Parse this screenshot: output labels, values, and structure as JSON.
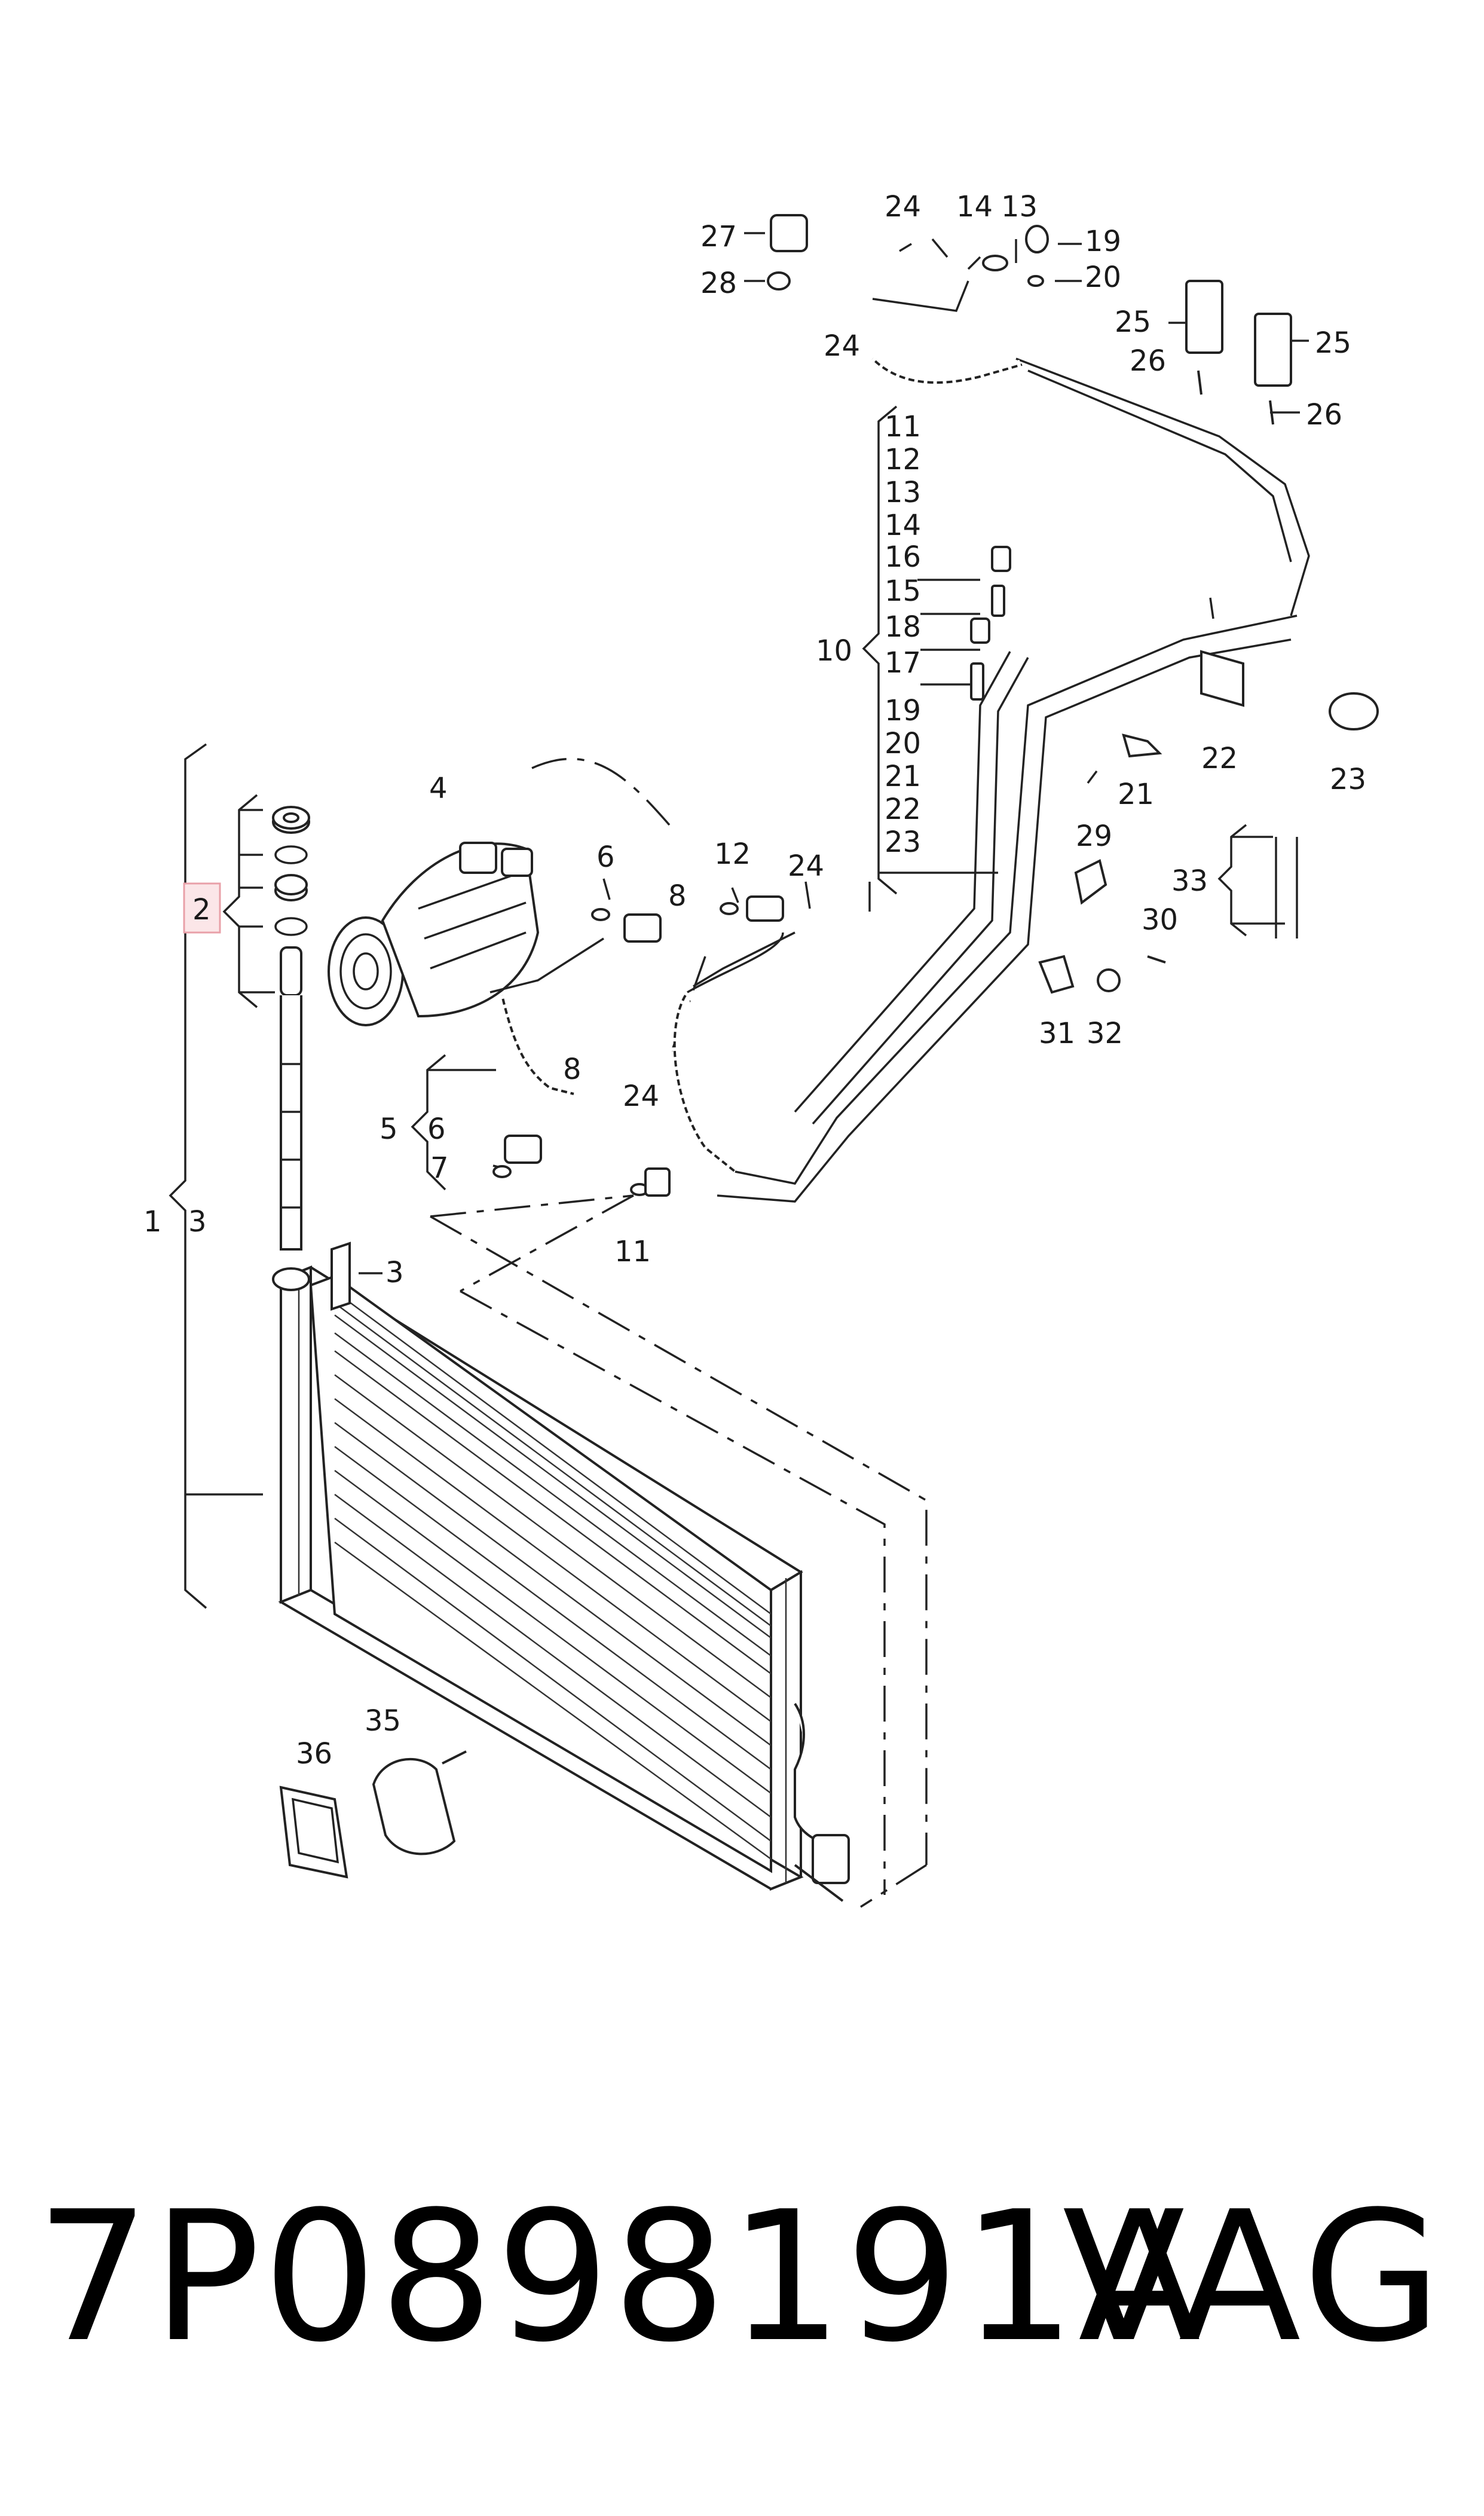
{
  "diagram": {
    "callouts": {
      "c1": "1",
      "c2": "2",
      "c3a": "3",
      "c3b": "3",
      "c4": "4",
      "c5": "5",
      "c6a": "6",
      "c6b": "6",
      "c7": "7",
      "c8a": "8",
      "c8b": "8",
      "c10": "10",
      "c11a": "11",
      "c11b": "11",
      "c12a": "12",
      "c12b": "12",
      "c13a": "13",
      "c13b": "13",
      "c14a": "14",
      "c14b": "14",
      "c15": "15",
      "c16": "16",
      "c17": "17",
      "c18": "18",
      "c19a": "19",
      "c19b": "19",
      "c20a": "20",
      "c20b": "20",
      "c21a": "21",
      "c21b": "21",
      "c22a": "22",
      "c22b": "22",
      "c23a": "23",
      "c23b": "23",
      "c24a": "24",
      "c24b": "24",
      "c24c": "24",
      "c24d": "24",
      "c25a": "25",
      "c25b": "25",
      "c26a": "26",
      "c26b": "26",
      "c27": "27",
      "c28": "28",
      "c29": "29",
      "c30": "30",
      "c31": "31",
      "c32": "32",
      "c33": "33",
      "c35": "35",
      "c36": "36"
    },
    "highlighted_callout": "2",
    "highlight_color": "#e8a0a8"
  },
  "footer": {
    "part_number": "7P0898191A",
    "brand": "VAG"
  }
}
